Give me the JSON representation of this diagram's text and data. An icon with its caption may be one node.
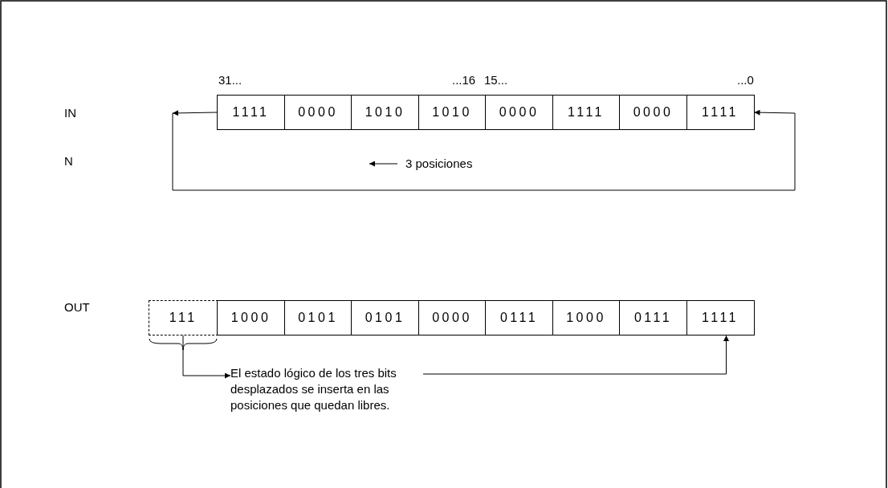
{
  "diagram": {
    "nodes": [
      {
        "text": [
          "1111"
        ]
      },
      {
        "text": [
          "0000"
        ]
      },
      {
        "text": [
          "1010"
        ]
      },
      {
        "text": [
          "1010"
        ]
      },
      {
        "text": [
          "0000"
        ]
      },
      {
        "text": [
          "1111"
        ]
      },
      {
        "text": [
          "0000"
        ]
      },
      {
        "text": [
          "1111"
        ]
      },
      {
        "text": [
          "111"
        ]
      },
      {
        "text": [
          "1000"
        ]
      },
      {
        "text": [
          "0101"
        ]
      },
      {
        "text": [
          "0101"
        ]
      },
      {
        "text": [
          "0000"
        ]
      },
      {
        "text": [
          "0111"
        ]
      },
      {
        "text": [
          "1000"
        ]
      },
      {
        "text": [
          "0111"
        ]
      },
      {
        "text": [
          "1111"
        ]
      },
      {
        "text": [
          "El estado lógico de los tres bits desplazados se inserta en las posiciones que quedan libres."
        ]
      }
    ],
    "edges": [
      {
        "from": 0,
        "to": null,
        "arrow": "to"
      },
      {
        "from": null,
        "to": 7,
        "arrow": "to"
      },
      {
        "from": 8,
        "to": 17,
        "arrow": "to"
      },
      {
        "from": 17,
        "to": 16,
        "arrow": "to"
      }
    ],
    "labels": [
      "31...",
      "...16",
      "15...",
      "...0",
      "IN",
      "N",
      "3 posiciones",
      "OUT"
    ]
  }
}
